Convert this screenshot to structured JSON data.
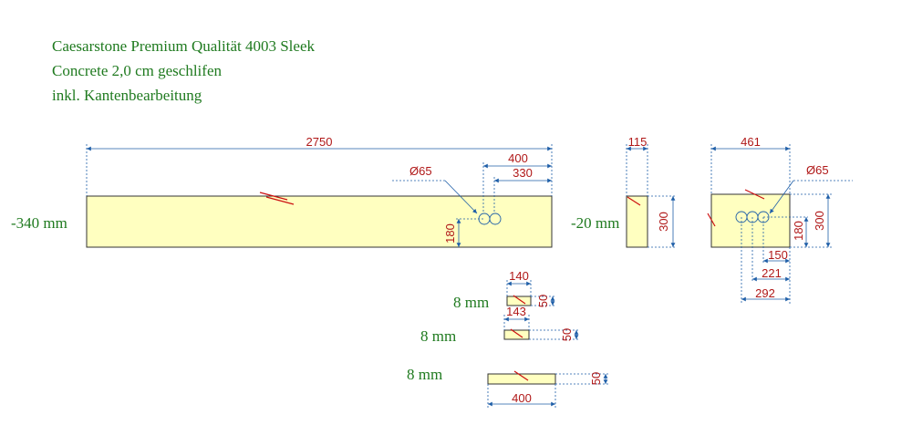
{
  "header": {
    "line1": "Caesarstone Premium Qualität 4003 Sleek",
    "line2": "Concrete 2,0 cm geschlifen",
    "line3": "inkl. Kantenbearbeitung"
  },
  "pieces": {
    "main": {
      "level": "-340 mm",
      "length": "2750",
      "offset_far": "400",
      "offset_near": "330",
      "hole_diameter": "Ø65",
      "height": "180"
    },
    "side": {
      "level": "-20 mm",
      "width": "115",
      "depth": "300"
    },
    "right": {
      "width": "461",
      "hole_diameter": "Ø65",
      "hole_height": "180",
      "depth": "300",
      "offset_1": "150",
      "offset_2": "221",
      "offset_3": "292"
    },
    "strip1": {
      "level": "8 mm",
      "length": "140",
      "height": "50"
    },
    "strip2": {
      "level": "8 mm",
      "length": "143",
      "height": "50"
    },
    "strip3": {
      "level": "8 mm",
      "length": "400",
      "height": "50"
    }
  },
  "colors": {
    "label_green": "#1f7a1f",
    "dim_red": "#b01818",
    "dim_blue": "#1f5fa8",
    "slab_fill": "#ffffc0"
  }
}
